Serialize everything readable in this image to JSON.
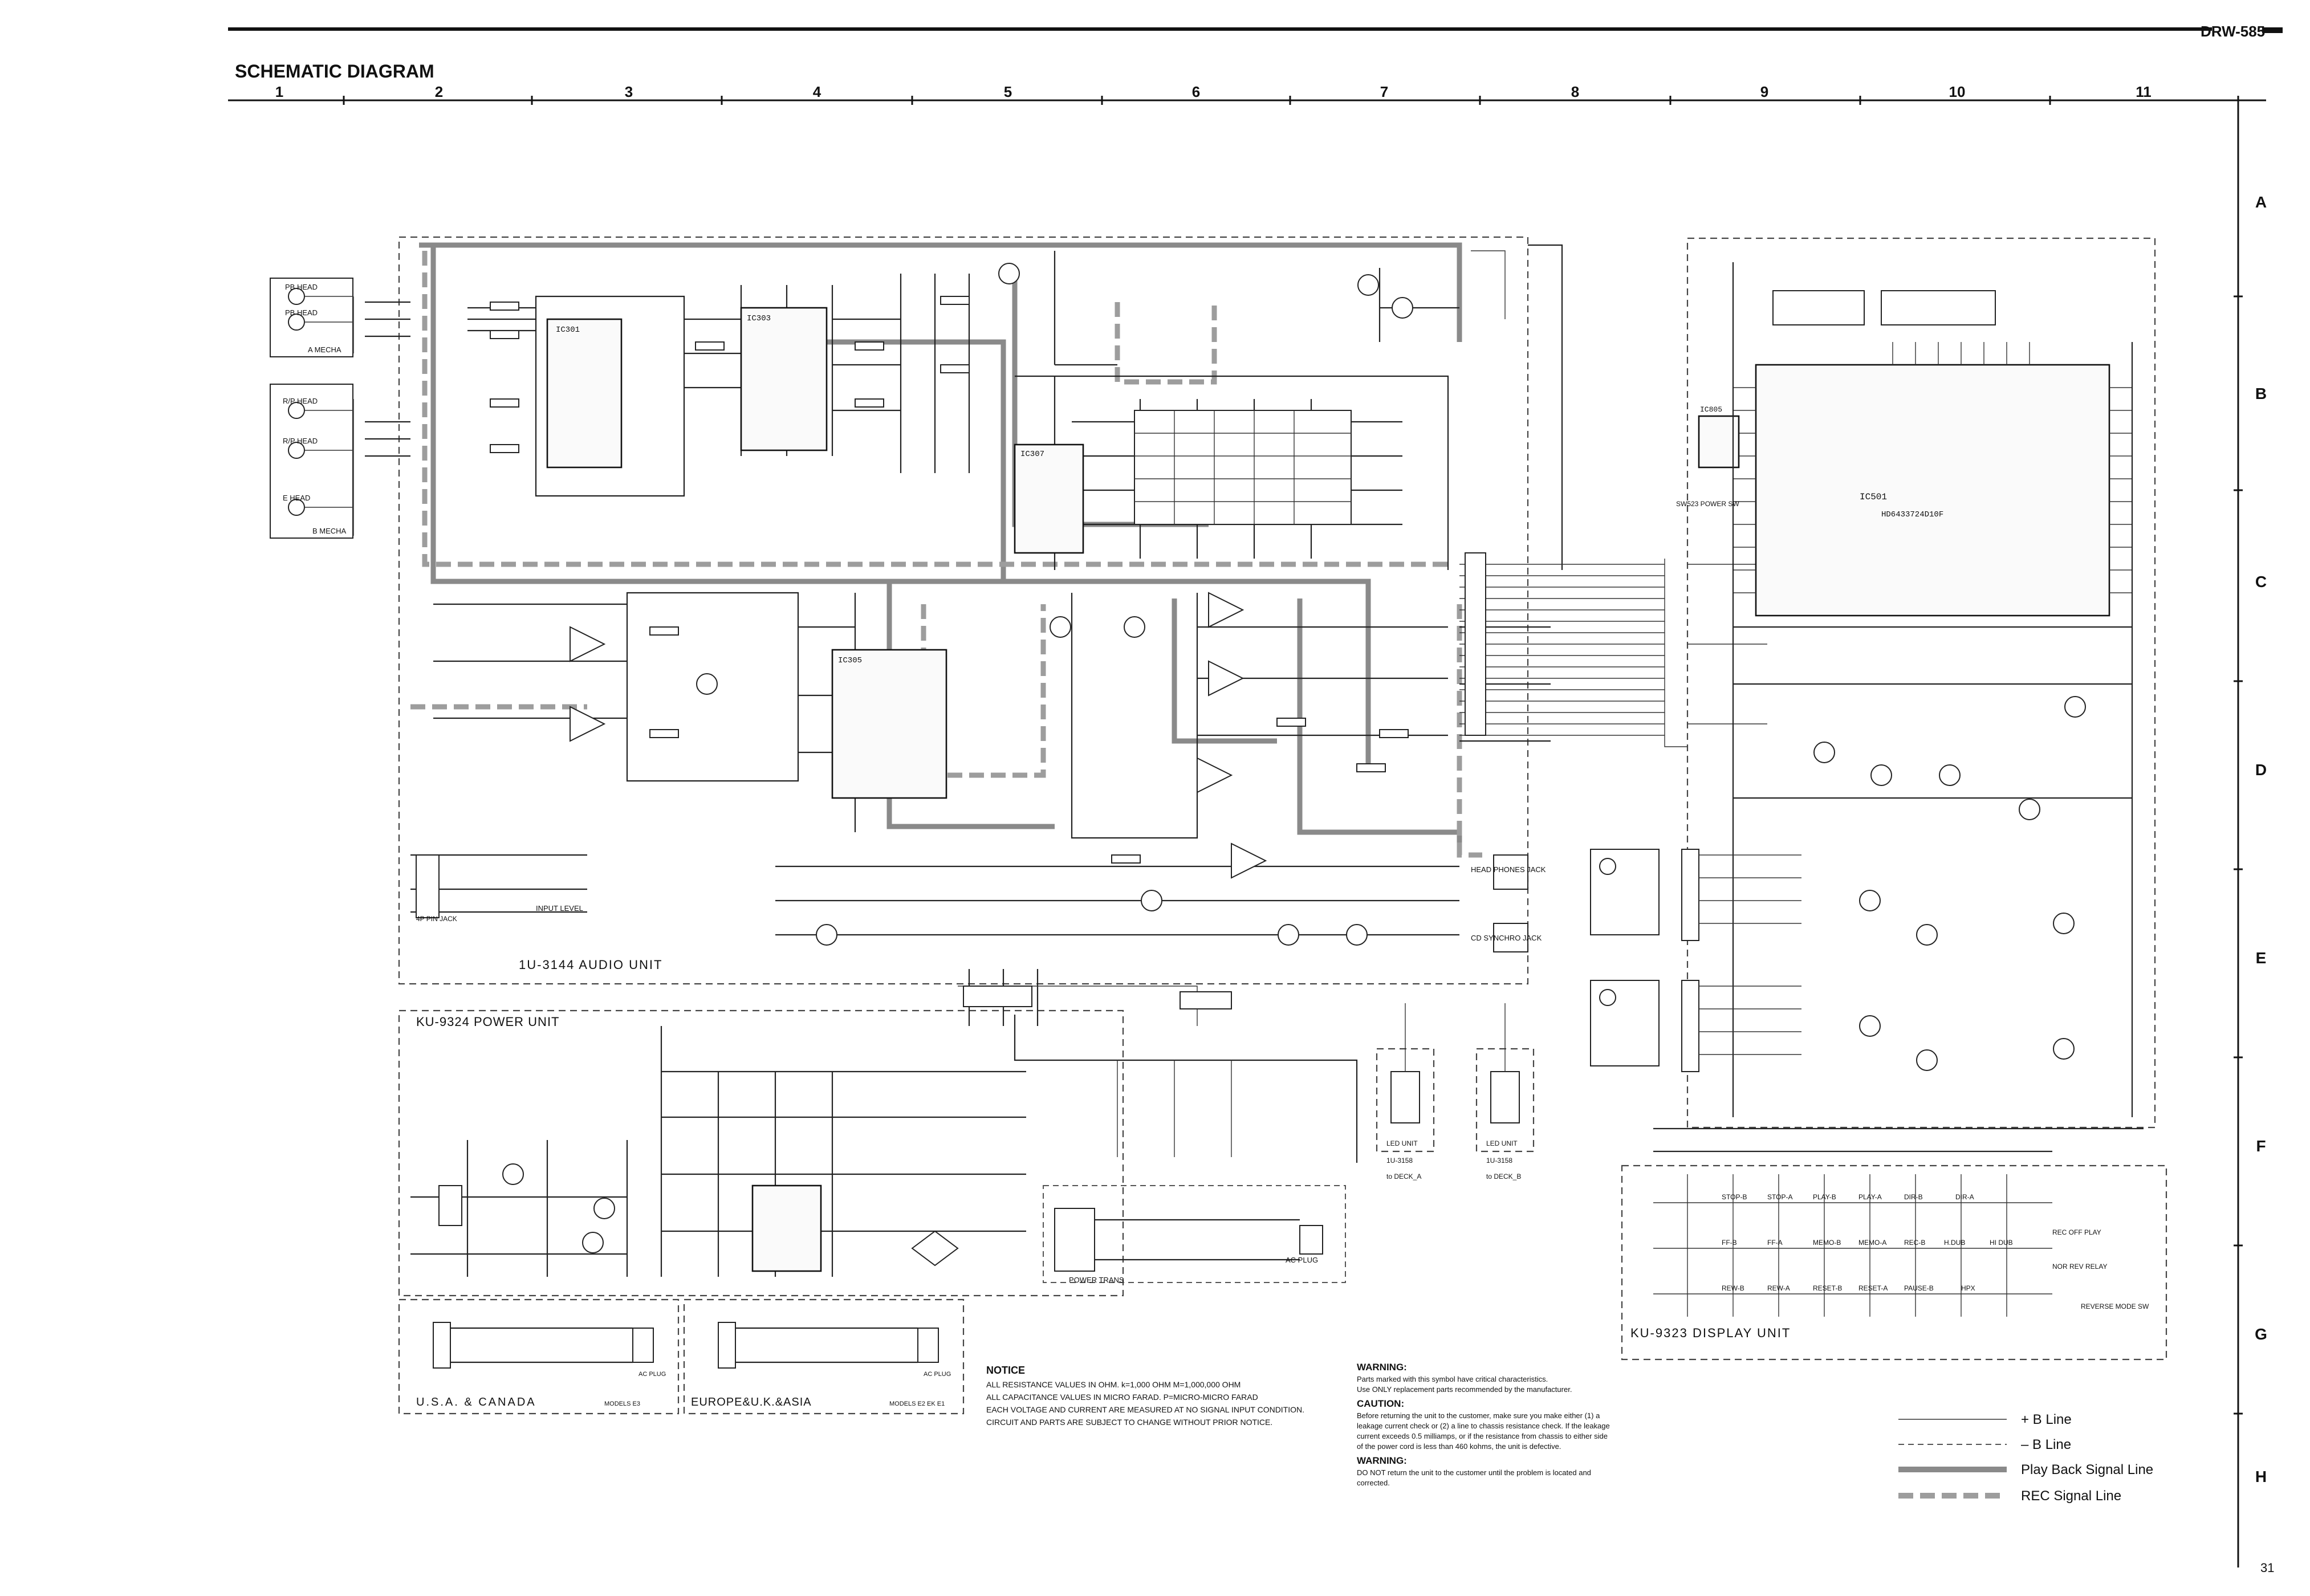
{
  "header": {
    "model": "DRW-585",
    "title": "SCHEMATIC DIAGRAM",
    "page_number": "31"
  },
  "grid": {
    "columns": [
      "1",
      "2",
      "3",
      "4",
      "5",
      "6",
      "7",
      "8",
      "9",
      "10",
      "11"
    ],
    "rows": [
      "A",
      "B",
      "C",
      "D",
      "E",
      "F",
      "G",
      "H"
    ]
  },
  "units": {
    "audio": "1U-3144 AUDIO UNIT",
    "power": "KU-9324 POWER UNIT",
    "display": "KU-9323 DISPLAY UNIT",
    "us_canada": "U.S.A. & CANADA",
    "us_canada_models": "MODELS E3",
    "europe": "EUROPE&U.K.&ASIA",
    "europe_models": "MODELS E2 EK E1",
    "led_unit_a": "LED UNIT",
    "led_unit_a_code": "1U-3158",
    "led_unit_a_dest": "to DECK_A",
    "led_unit_b": "LED UNIT",
    "led_unit_b_code": "1U-3158",
    "led_unit_b_dest": "to DECK_B"
  },
  "heads": {
    "pb_head_1": "PB HEAD",
    "pb_head_2": "PB HEAD",
    "a_mecha": "A MECHA",
    "rp_head_1": "R/P HEAD",
    "rp_head_2": "R/P HEAD",
    "e_head": "E HEAD",
    "b_mecha": "B MECHA"
  },
  "ics": {
    "ic301": "IC301",
    "ic303": "IC303",
    "ic305": "IC305",
    "ic307": "IC307",
    "ic501": "IC501",
    "ic501_part": "HD6433724D10F",
    "ic805": "IC805"
  },
  "jacks": {
    "ac_plug": "AC PLUG",
    "power_trans": "POWER TRANS",
    "headphones": "HEAD PHONES JACK",
    "cd_synchro": "CD SYNCHRO JACK",
    "input_level": "INPUT LEVEL",
    "pin_jack": "4P PIN JACK"
  },
  "switch_labels": [
    [
      "STOP-B",
      "STOP-A",
      "PLAY-B",
      "PLAY-A",
      "DIR-B",
      "DIR-A"
    ],
    [
      "FF-B",
      "FF-A",
      "MEMO-B",
      "MEMO-A",
      "REC-B",
      "H.DUB",
      "HI DUB"
    ],
    [
      "REW-B",
      "REW-A",
      "RESET-B",
      "RESET-A",
      "PAUSE-B",
      "HPX"
    ]
  ],
  "display_side": {
    "rec_off_play": "REC OFF PLAY",
    "nor_rev_relay": "NOR REV RELAY",
    "reverse_mode": "REVERSE MODE SW",
    "power_sw": "SW523 POWER SW"
  },
  "notice": {
    "heading": "NOTICE",
    "lines": [
      "ALL RESISTANCE VALUES IN OHM. k=1,000 OHM M=1,000,000 OHM",
      "ALL CAPACITANCE VALUES IN MICRO FARAD. P=MICRO-MICRO FARAD",
      "EACH VOLTAGE AND CURRENT ARE MEASURED AT NO SIGNAL INPUT CONDITION.",
      "CIRCUIT AND PARTS ARE SUBJECT TO CHANGE WITHOUT PRIOR NOTICE."
    ]
  },
  "warning": {
    "heading1": "WARNING:",
    "text1a": "Parts marked with this symbol have critical characteristics.",
    "text1b": "Use ONLY replacement parts recommended by the manufacturer.",
    "heading2": "CAUTION:",
    "text2a": "Before returning the unit to the customer, make sure you make either (1) a",
    "text2b": "leakage current check or (2) a line to chassis resistance check. If the leakage",
    "text2c": "current exceeds 0.5 milliamps, or if the resistance from chassis to either side",
    "text2d": "of the power cord is less than 460 kohms, the unit is defective.",
    "heading3": "WARNING:",
    "text3a": "DO NOT return the unit to the customer until the problem is located and",
    "text3b": "corrected."
  },
  "legend": {
    "plus_b": "+ B Line",
    "minus_b": "– B Line",
    "playback": "Play Back Signal Line",
    "rec": "REC Signal Line"
  },
  "colors": {
    "ink": "#111111",
    "playback_line": "#8a8a8a",
    "rec_line": "#9d9d9d"
  }
}
